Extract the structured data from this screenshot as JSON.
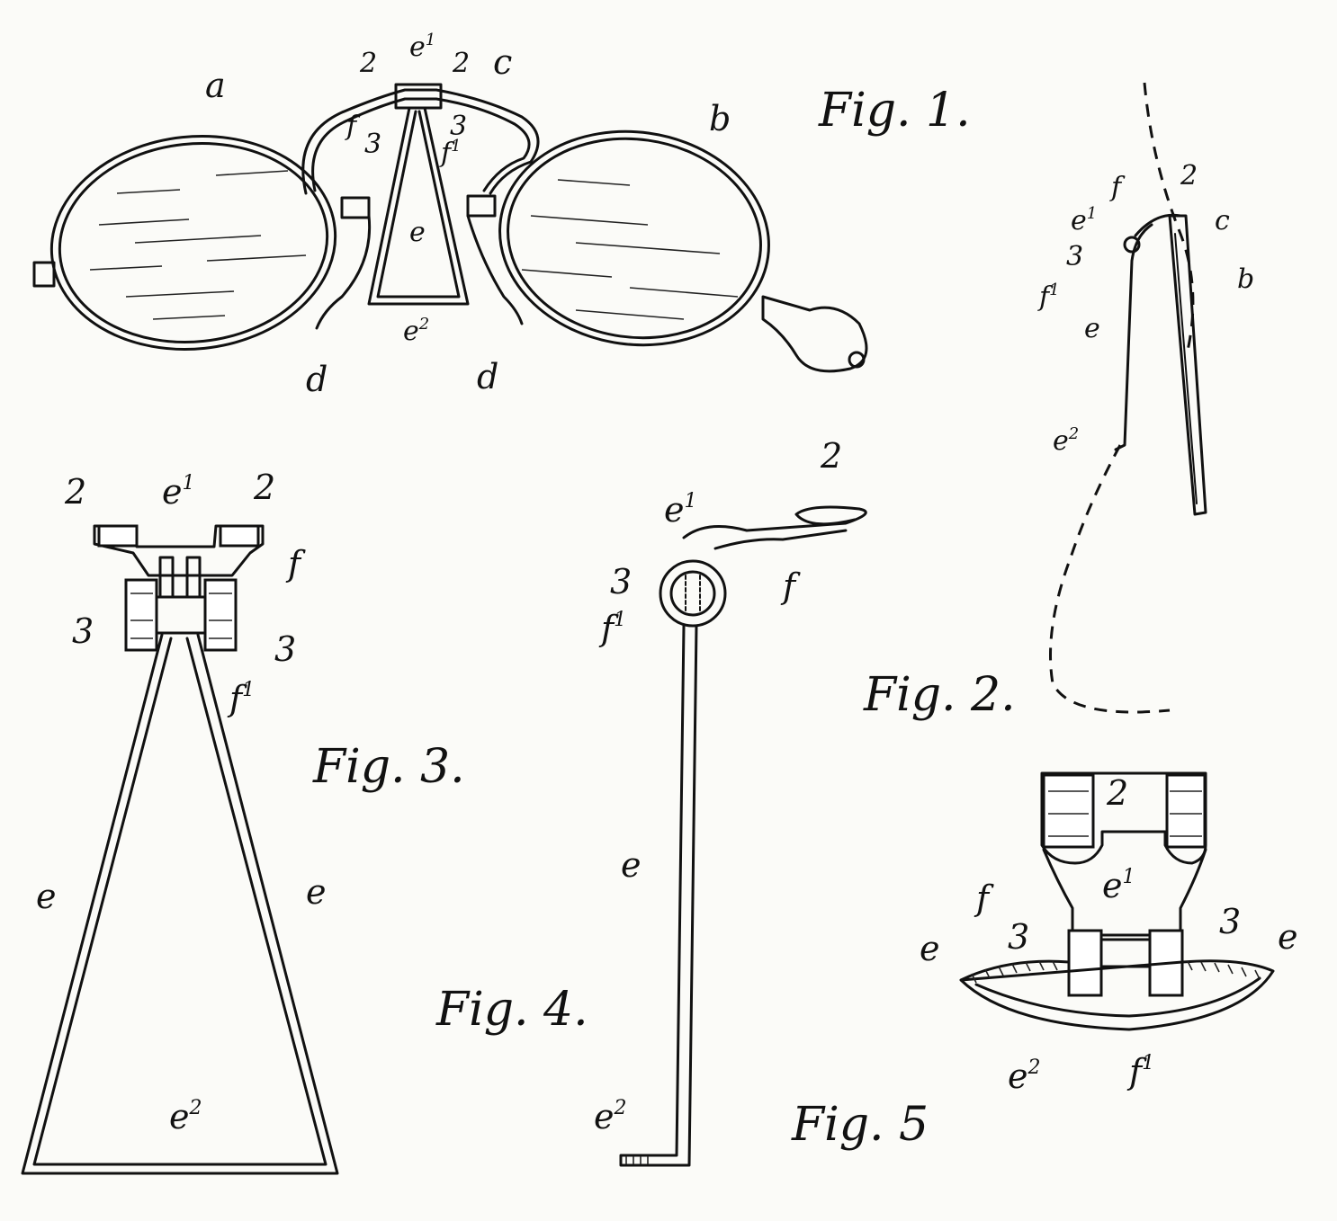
{
  "figures": {
    "fig1": {
      "caption": "Fig. 1.",
      "labels": {
        "a": "a",
        "b": "b",
        "c": "c",
        "d_left": "d",
        "d_right": "d",
        "e": "e",
        "e1": "e",
        "e2": "e",
        "f": "f",
        "f1": "f",
        "n2_left": "2",
        "n2_right": "2",
        "n3_left": "3",
        "n3_right": "3"
      }
    },
    "fig2": {
      "caption": "Fig. 2.",
      "labels": {
        "f": "f",
        "n2": "2",
        "e1": "e",
        "c": "c",
        "n3": "3",
        "b": "b",
        "f1": "f",
        "e": "e",
        "e2": "e"
      }
    },
    "fig3": {
      "caption": "Fig. 3.",
      "labels": {
        "n2_left": "2",
        "e1": "e",
        "n2_right": "2",
        "f": "f",
        "n3_left": "3",
        "n3_right": "3",
        "f1": "f",
        "e_left": "e",
        "e_right": "e",
        "e2": "e"
      }
    },
    "fig4": {
      "caption": "Fig. 4.",
      "labels": {
        "n2": "2",
        "e1": "e",
        "n3": "3",
        "f": "f",
        "f1": "f",
        "e": "e",
        "e2": "e"
      }
    },
    "fig5": {
      "caption": "Fig. 5",
      "labels": {
        "n2": "2",
        "f": "f",
        "e1": "e",
        "n3_left": "3",
        "n3_right": "3",
        "e_left": "e",
        "e_right": "e",
        "f1": "f",
        "e2": "e"
      }
    }
  },
  "superscripts": {
    "one": "1",
    "two": "2"
  }
}
